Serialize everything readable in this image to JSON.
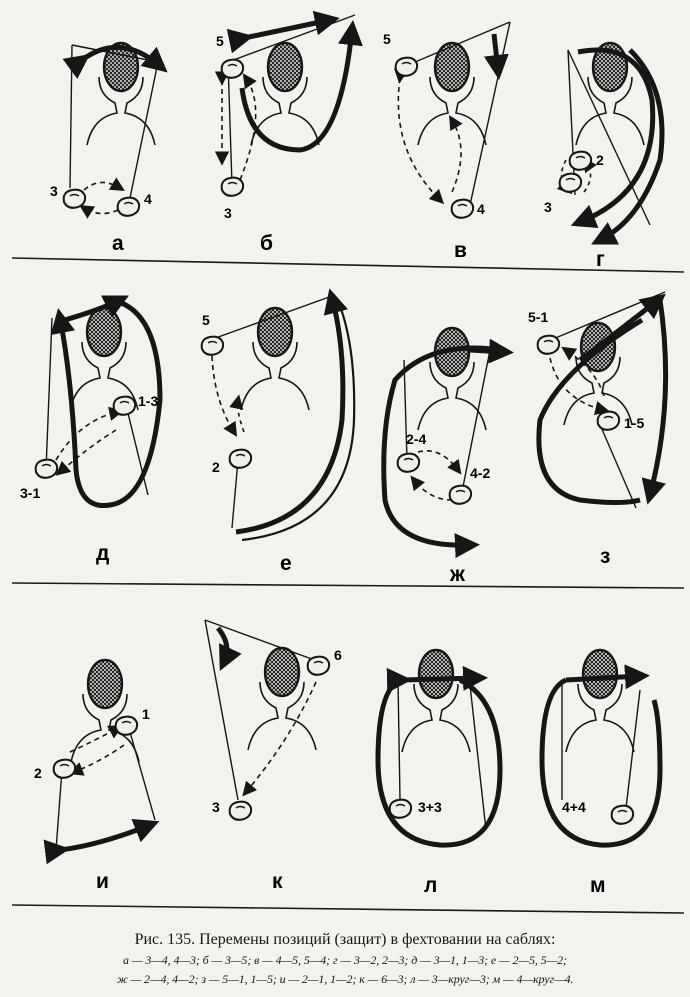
{
  "panels": [
    {
      "letter": "а",
      "labels": [
        "3",
        "4"
      ]
    },
    {
      "letter": "б",
      "labels": [
        "5",
        "3"
      ]
    },
    {
      "letter": "в",
      "labels": [
        "5",
        "4"
      ]
    },
    {
      "letter": "г",
      "labels": [
        "2",
        "3"
      ]
    },
    {
      "letter": "д",
      "labels": [
        "1-3",
        "3-1"
      ]
    },
    {
      "letter": "е",
      "labels": [
        "5",
        "2"
      ]
    },
    {
      "letter": "ж",
      "labels": [
        "2-4",
        "4-2"
      ]
    },
    {
      "letter": "з",
      "labels": [
        "5-1",
        "1-5"
      ]
    },
    {
      "letter": "и",
      "labels": [
        "1",
        "2"
      ]
    },
    {
      "letter": "к",
      "labels": [
        "6",
        "3"
      ]
    },
    {
      "letter": "л",
      "labels": [
        "3+3"
      ]
    },
    {
      "letter": "м",
      "labels": [
        "4+4"
      ]
    }
  ],
  "caption": {
    "title": "Рис. 135. Перемены позиций (защит) в фехтовании на саблях:",
    "line1": "а — 3—4, 4—3; б — 3—5; в — 4—5, 5—4; г — 3—2, 2—3; д — 3—1, 1—3; е — 2—5, 5—2;",
    "line2": "ж — 2—4, 4—2; з — 5—1, 1—5; и — 2—1, 1—2; к — 6—3; л — 3—круг—3; м — 4—круг—4."
  }
}
